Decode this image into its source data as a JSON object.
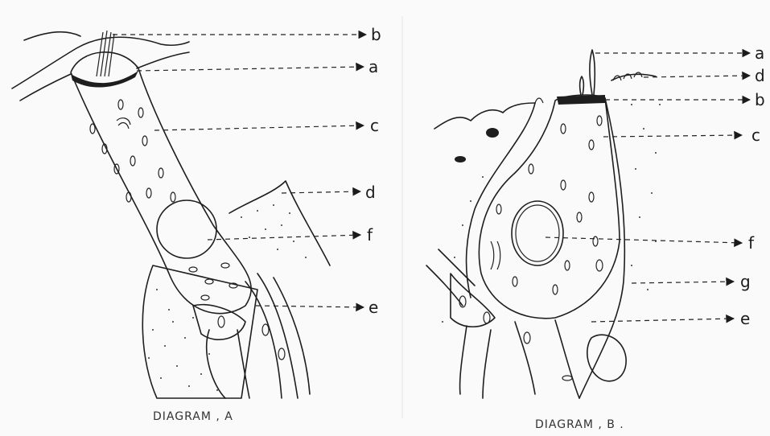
{
  "diagram_a": {
    "caption": "DIAGRAM , A",
    "labels": [
      "b",
      "a",
      "c",
      "d",
      "f",
      "e"
    ]
  },
  "diagram_b": {
    "caption": "DIAGRAM , B .",
    "labels": [
      "a",
      "d",
      "b",
      "c",
      "f",
      "g",
      "e"
    ]
  }
}
